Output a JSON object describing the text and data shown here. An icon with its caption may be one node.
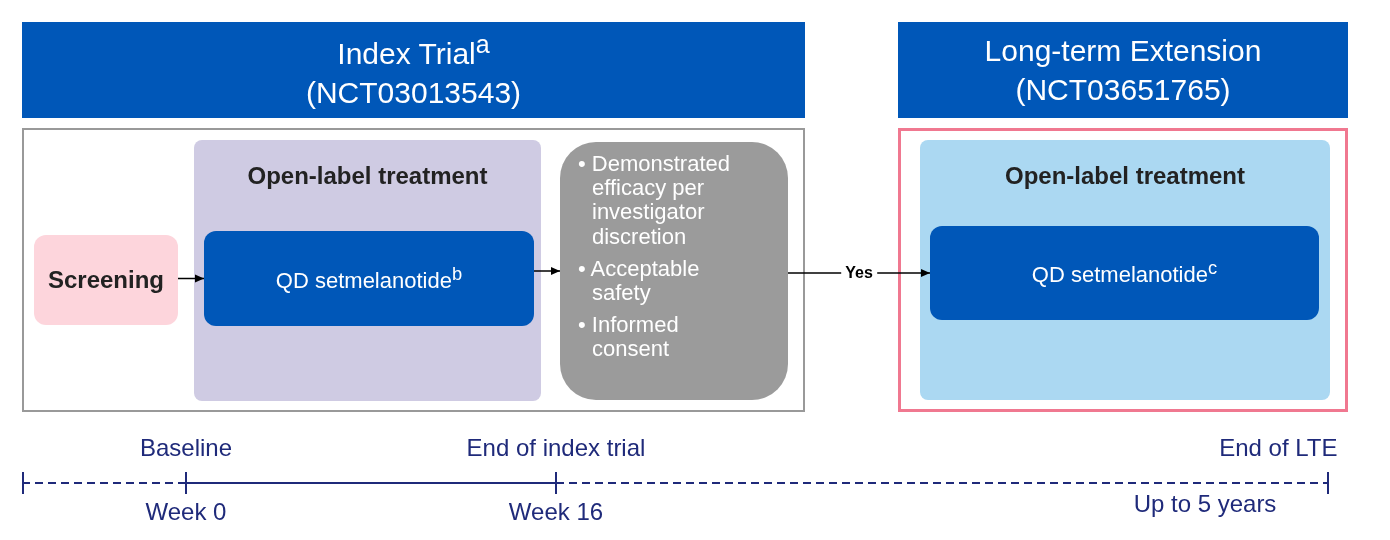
{
  "diagram": {
    "nodes": [
      {
        "text": [
          "Index Trial$^{a}$",
          "(NCT03013543)"
        ]
      },
      {
        "text": [
          "Long-term Extension",
          "(NCT03651765)"
        ]
      },
      {
        "text": [],
        "shape": "box"
      },
      {
        "text": [
          "Screening"
        ],
        "in": 2
      },
      {
        "text": [
          "Open-label treatment"
        ],
        "in": 2
      },
      {
        "text": [
          "QD setmelanotide$^{b}$"
        ],
        "in": 4
      },
      {
        "text": [
          "• Demonstrated efficacy per investigator discretion",
          "• Acceptable safety",
          "• Informed consent"
        ],
        "in": 2
      },
      {
        "text": [],
        "shape": "box"
      },
      {
        "text": [
          "Open-label treatment"
        ],
        "in": 7
      },
      {
        "text": [
          "QD setmelanotide$^{c}$"
        ],
        "in": 8
      }
    ],
    "edges": [
      {
        "from": 3,
        "to": 5,
        "arrow": "to"
      },
      {
        "from": 5,
        "to": 6,
        "arrow": "to"
      },
      {
        "from": 6,
        "to": 9,
        "label": "Yes",
        "arrow": "to"
      }
    ],
    "labels": [
      "Baseline",
      "End of index trial",
      "End of LTE",
      "Week 0",
      "Week 16",
      "Up to 5 years"
    ]
  }
}
